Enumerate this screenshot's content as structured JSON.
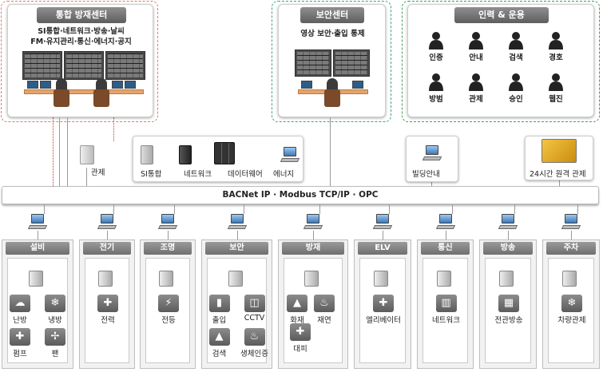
{
  "top_panels": {
    "integrated": {
      "title": "통합 방재센터",
      "line1": "SI통합·네트워크·방송·날씨",
      "line2": "FM·유지관리·통신·에너지·공지"
    },
    "security": {
      "title": "보안센터",
      "line1": "영상 보안·출입 통제"
    },
    "manpower": {
      "title": "인력 & 운용",
      "items": [
        {
          "label": "인증",
          "icon": "face-auth-icon"
        },
        {
          "label": "안내",
          "icon": "guide-icon"
        },
        {
          "label": "검색",
          "icon": "search-person-icon"
        },
        {
          "label": "경호",
          "icon": "escort-icon"
        },
        {
          "label": "방범",
          "icon": "patrol-icon"
        },
        {
          "label": "관제",
          "icon": "monitoring-icon"
        },
        {
          "label": "승인",
          "icon": "vehicle-approve-icon"
        },
        {
          "label": "웹진",
          "icon": "webzine-icon"
        }
      ]
    }
  },
  "mid_nodes": {
    "control": "관제",
    "group": [
      "SI통합",
      "네트워크",
      "데이터웨어",
      "에너지"
    ],
    "building_guide": "빌딩안내",
    "remote": "24시간 원격 관제"
  },
  "backbone": {
    "label": "BACNet IP · Modbus TCP/IP · OPC"
  },
  "subsystems": [
    {
      "title": "설비",
      "items": [
        "난방",
        "냉방",
        "펌프",
        "팬"
      ]
    },
    {
      "title": "전기",
      "items": [
        "전력"
      ]
    },
    {
      "title": "조명",
      "items": [
        "전등"
      ]
    },
    {
      "title": "보안",
      "items": [
        "출입",
        "CCTV",
        "검색",
        "생체인증"
      ]
    },
    {
      "title": "방재",
      "items": [
        "화재",
        "재연",
        "대피"
      ]
    },
    {
      "title": "ELV",
      "items": [
        "엘리베이터"
      ]
    },
    {
      "title": "통신",
      "items": [
        "네트워크"
      ]
    },
    {
      "title": "방송",
      "items": [
        "전관방송"
      ]
    },
    {
      "title": "주차",
      "items": [
        "차량관제"
      ]
    }
  ],
  "colors": {
    "integrated_border": "#e07b6b",
    "security_border": "#3fa08a",
    "manpower_border": "#3fa05a",
    "desk": "#e6a46a"
  }
}
